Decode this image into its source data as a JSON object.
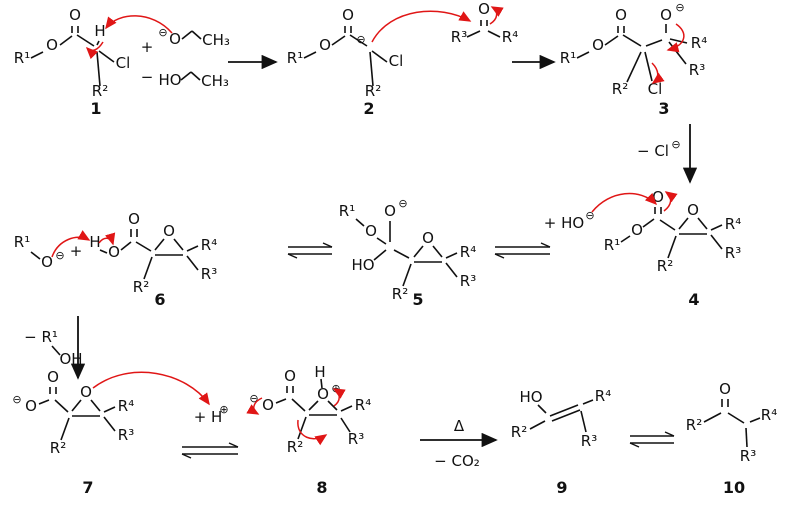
{
  "palette": {
    "background": "#ffffff",
    "bond": "#111111",
    "curved_arrow": "#e01616"
  },
  "structures": {
    "s1": {
      "number": "1",
      "r1": "R¹",
      "ester_o": "O",
      "carbonyl_o": "O",
      "h": "H",
      "cl": "Cl",
      "r2": "R²"
    },
    "s2": {
      "number": "2",
      "r1": "R¹",
      "ester_o": "O",
      "carbonyl_o": "O",
      "charge": "⊖",
      "cl": "Cl",
      "r2": "R²"
    },
    "s3": {
      "number": "3",
      "r1": "R¹",
      "ester_o": "O",
      "carbonyl_o": "O",
      "alkoxide_o": "O",
      "charge": "⊖",
      "cl": "Cl",
      "r2": "R²",
      "r3": "R³",
      "r4": "R⁴"
    },
    "s4": {
      "number": "4",
      "r1": "R¹",
      "ester_o": "O",
      "carbonyl_o": "O",
      "epoxide_o": "O",
      "r2": "R²",
      "r3": "R³",
      "r4": "R⁴"
    },
    "s5": {
      "number": "5",
      "r1": "R¹",
      "ester_o": "O",
      "alkoxide_o": "O",
      "charge": "⊖",
      "ho": "HO",
      "epoxide_o": "O",
      "r2": "R²",
      "r3": "R³",
      "r4": "R⁴"
    },
    "s6": {
      "number": "6",
      "h": "H",
      "acid_o": "O",
      "carbonyl_o": "O",
      "epoxide_o": "O",
      "r2": "R²",
      "r3": "R³",
      "r4": "R⁴"
    },
    "s7": {
      "number": "7",
      "charge": "⊖",
      "carboxylate_o": "O",
      "carbonyl_o": "O",
      "epoxide_o": "O",
      "r2": "R²",
      "r3": "R³",
      "r4": "R⁴"
    },
    "s8": {
      "number": "8",
      "charge": "⊖",
      "carboxylate_o": "O",
      "carbonyl_o": "O",
      "oxonium_h": "H",
      "oxonium_o": "O",
      "oxonium_charge": "⊕",
      "r2": "R²",
      "r3": "R³",
      "r4": "R⁴"
    },
    "s9": {
      "number": "9",
      "ho": "HO",
      "r2": "R²",
      "r3": "R³",
      "r4": "R⁴"
    },
    "s10": {
      "number": "10",
      "o": "O",
      "r2": "R²",
      "r3": "R³",
      "r4": "R⁴"
    }
  },
  "reagents": {
    "ethoxide": {
      "plus": "+",
      "charge": "⊖",
      "o": "O",
      "ch3": "CH₃"
    },
    "ethanol": {
      "minus": "−",
      "ho": "HO",
      "ch3": "CH₃"
    },
    "ketone": {
      "o": "O",
      "r3": "R³",
      "r4": "R⁴"
    },
    "alkoxide_r1": {
      "r1": "R¹",
      "o": "O",
      "charge": "⊖",
      "plus": "+"
    },
    "minus_cl": {
      "label": "− Cl",
      "charge": "⊖"
    },
    "plus_ho": {
      "label": "+ HO",
      "charge": "⊖"
    },
    "minus_r1oh": {
      "label": "− R¹",
      "oh": "OH"
    },
    "plus_h": {
      "label": "+ H",
      "charge": "⊕"
    },
    "delta": "Δ",
    "minus_co2": "− CO₂"
  }
}
